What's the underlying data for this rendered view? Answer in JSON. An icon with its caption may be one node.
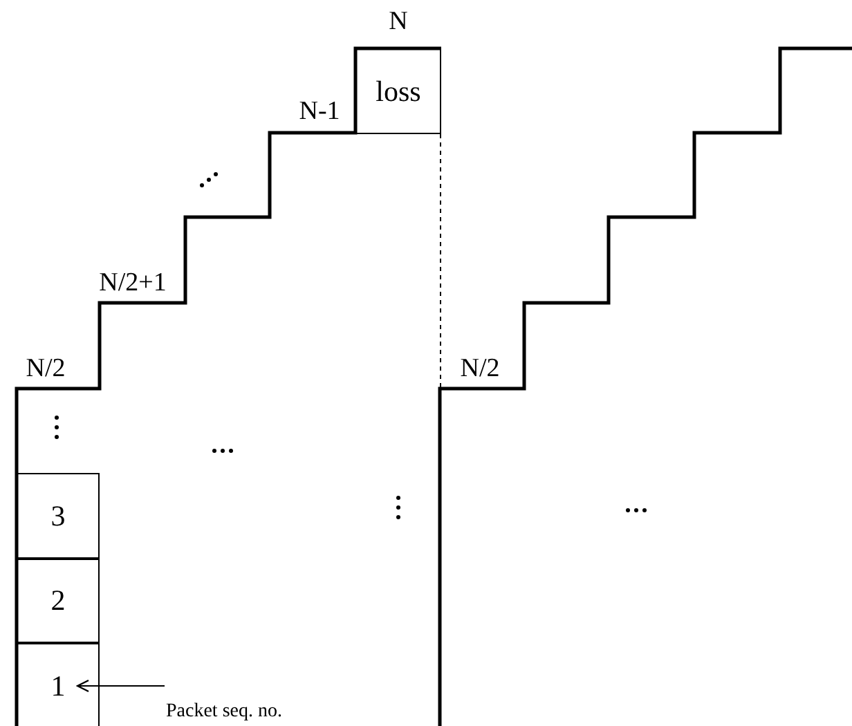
{
  "diagram": {
    "nodes": [
      {
        "text": [
          "loss"
        ]
      },
      {
        "text": [
          "3"
        ]
      },
      {
        "text": [
          "2"
        ]
      },
      {
        "text": [
          "1"
        ]
      },
      {
        "text": [
          "Packet seq. no."
        ]
      }
    ],
    "edges": [
      {
        "from": 4,
        "to": 3,
        "arrow": "to"
      }
    ],
    "labels": [
      "N",
      "N-1",
      "N/2+1",
      "N/2",
      "N/2"
    ]
  }
}
